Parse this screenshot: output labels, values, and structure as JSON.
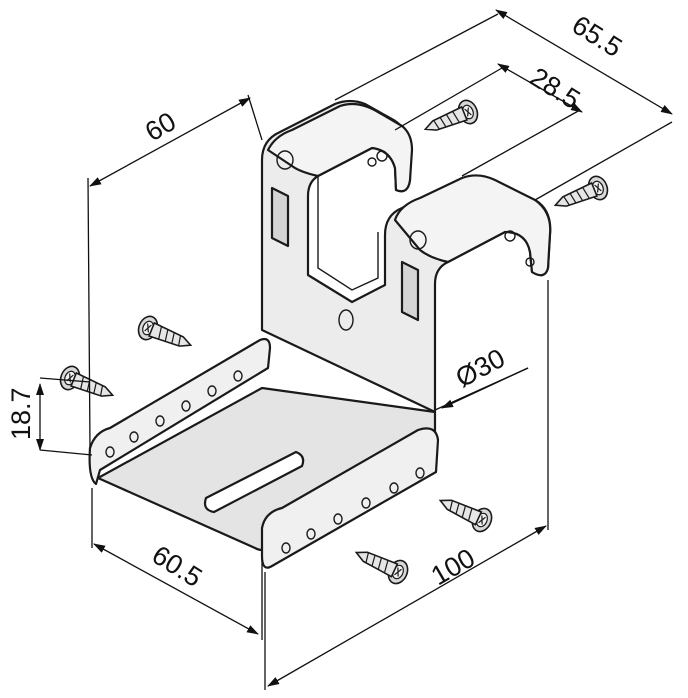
{
  "dimensions": {
    "total_depth": "65.5",
    "slot_width": "28.5",
    "back_height": "60",
    "flange_height": "18.7",
    "base_depth": "60.5",
    "total_width": "100",
    "diameter": "Ø30"
  },
  "colors": {
    "face": "#eeeeee",
    "face_dark": "#cfcfcf",
    "face_mid": "#dedede",
    "line": "#1a1a1a"
  },
  "icons": [
    "screw-icon"
  ]
}
